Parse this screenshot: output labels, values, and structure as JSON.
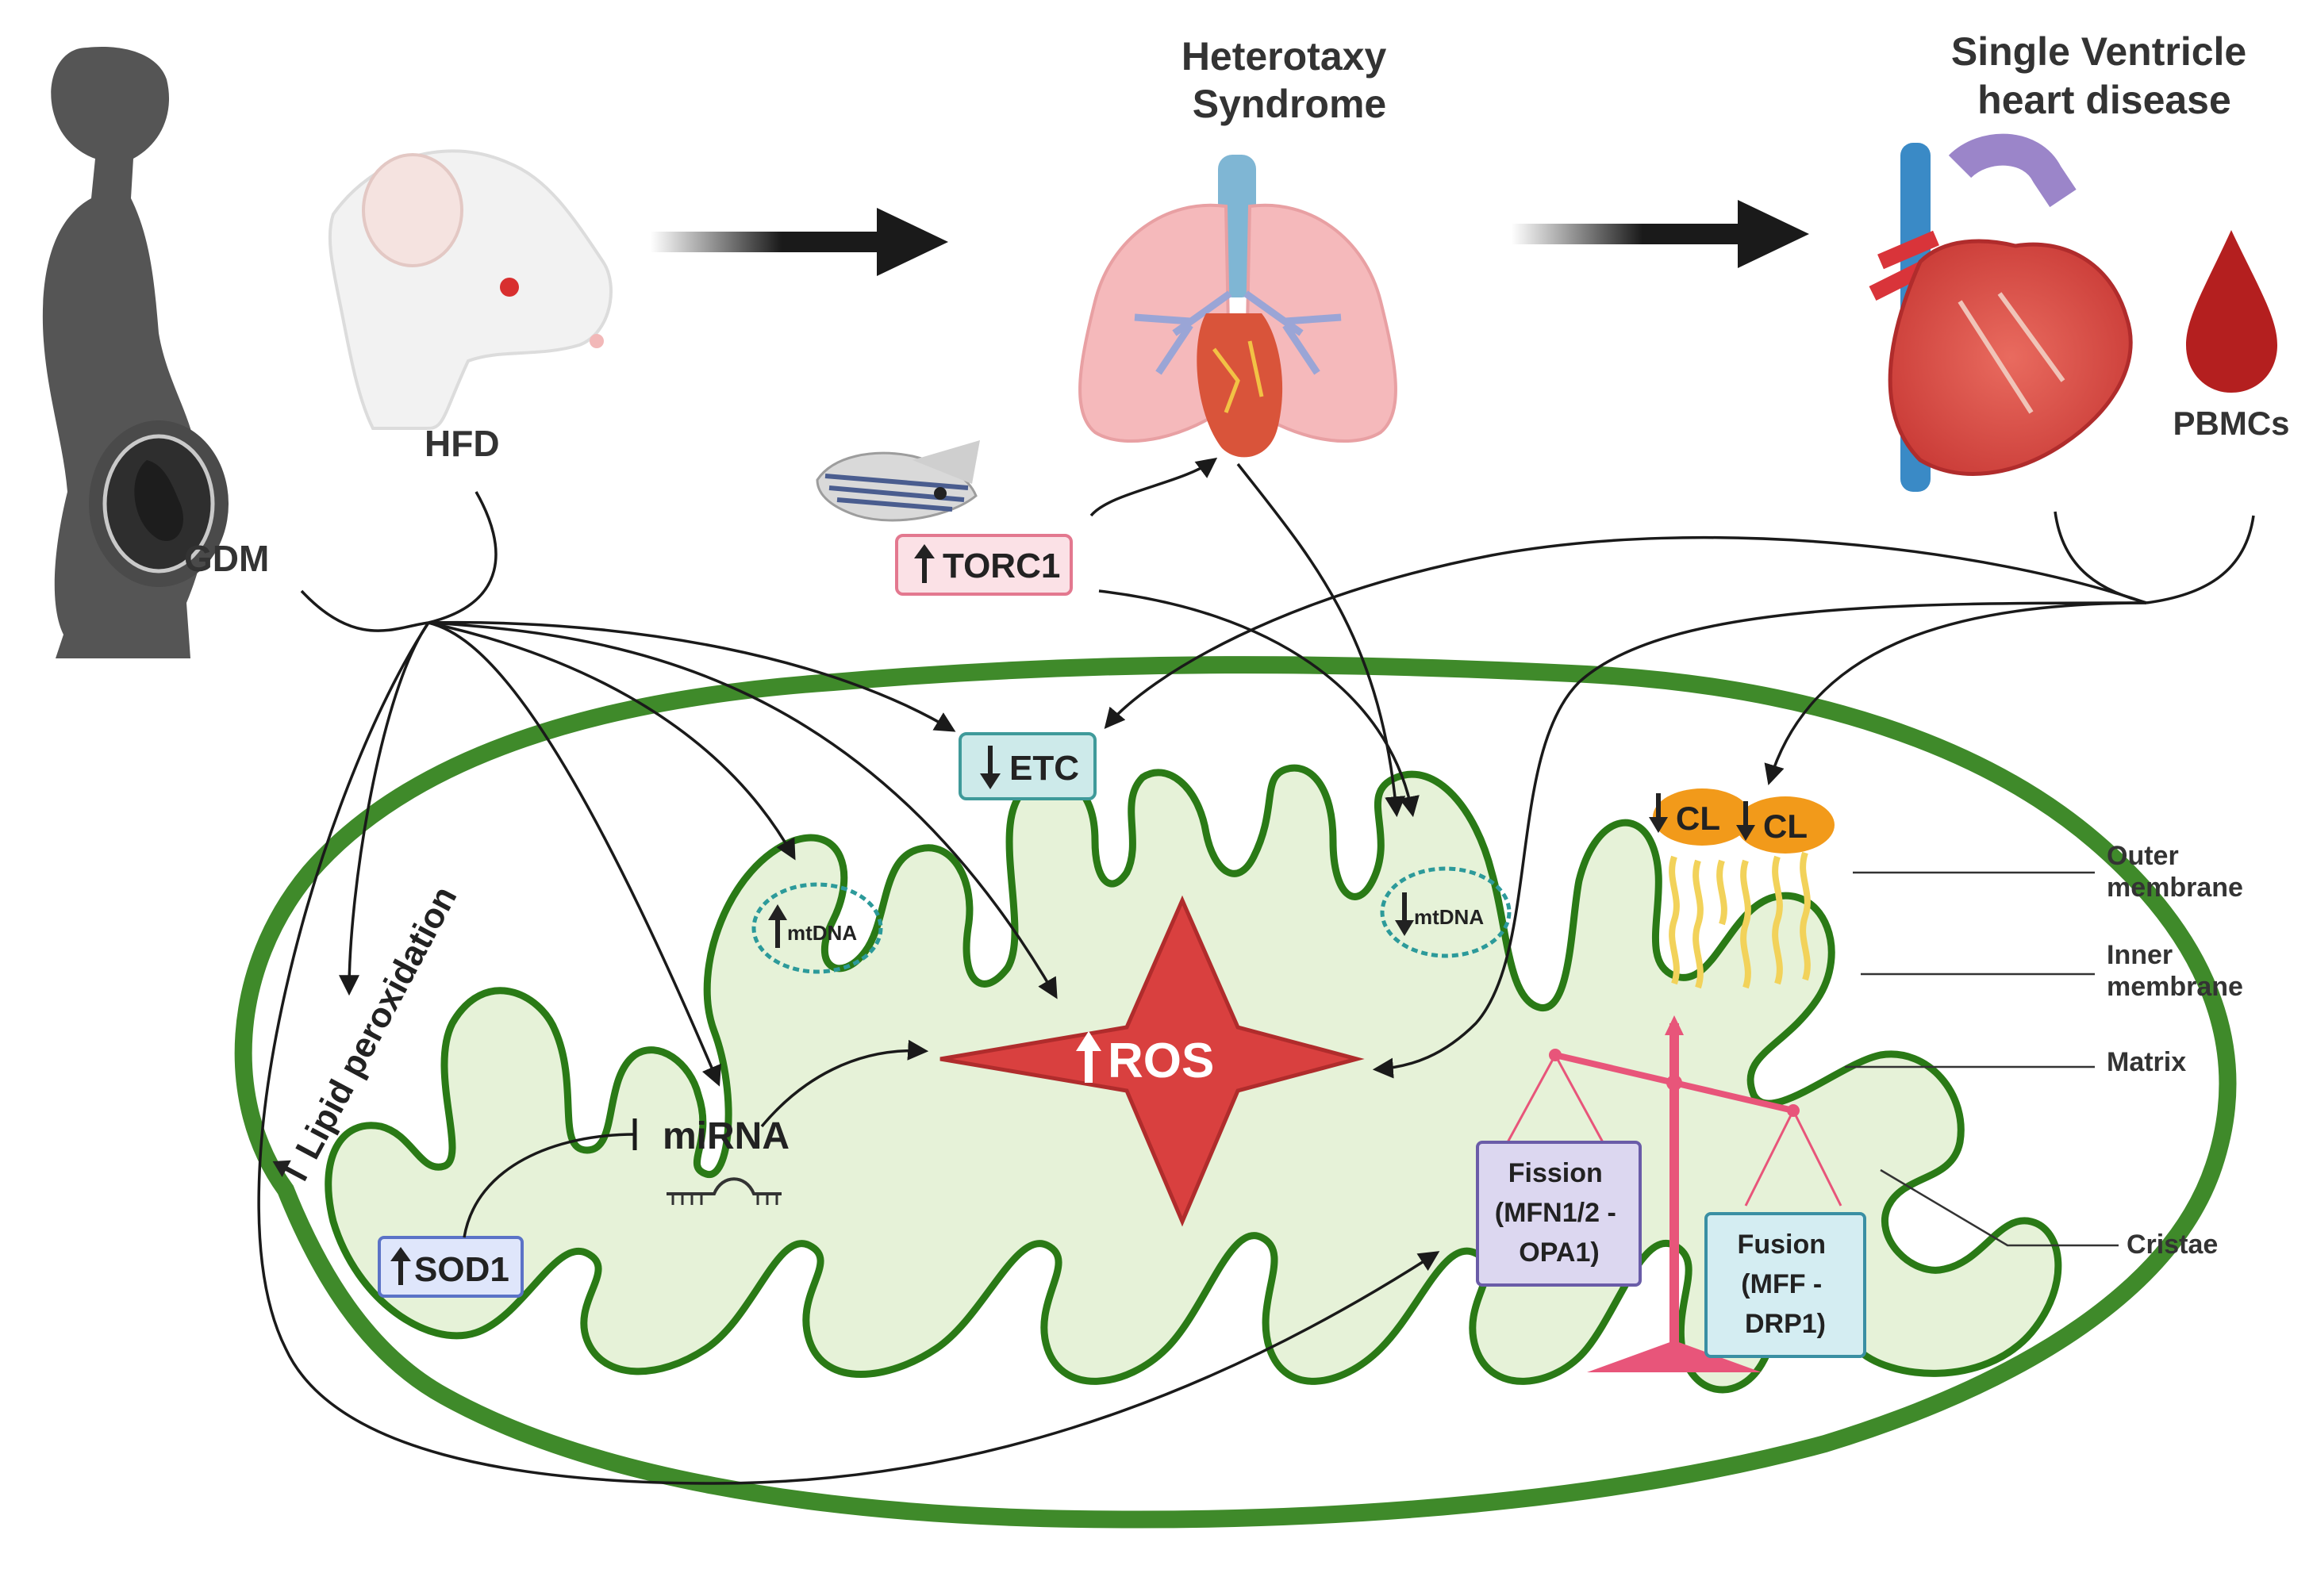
{
  "top": {
    "heterotaxy_title": [
      "Heterotaxy",
      "Syndrome"
    ],
    "single_ventricle_title": [
      "Single Ventricle",
      "heart disease"
    ],
    "gdm": "GDM",
    "hfd": "HFD",
    "pbmcs": "PBMCs",
    "torc1": "TORC1"
  },
  "mito": {
    "lipid": "Lipid peroxidation",
    "etc": "ETC",
    "mtdna_up": "mtDNA",
    "mtdna_down": "mtDNA",
    "cl1": "CL",
    "cl2": "CL",
    "ros": "ROS",
    "mirna": "miRNA",
    "sod1": "SOD1",
    "fission": [
      "Fission",
      "(MFN1/2 -",
      "OPA1)"
    ],
    "fusion": [
      "Fusion",
      "(MFF -",
      "DRP1)"
    ]
  },
  "labels": {
    "outer": [
      "Outer",
      "membrane"
    ],
    "inner": [
      "Inner",
      "membrane"
    ],
    "matrix": "Matrix",
    "cristae": "Cristae"
  },
  "colors": {
    "outer_membrane": "#3f8a2a",
    "inner_membrane": "#2a7a16",
    "matrix": "#e6f2d8",
    "ros": "#d9403f",
    "etc_box": "#cdeaea",
    "torc1_box": "#fbe1e6",
    "sod1_box": "#dfe6fb",
    "fission_box": "#dcd7f0",
    "fusion_box": "#d4edf2",
    "cardiolipin": "#f29a1a",
    "balance": "#e8557a"
  }
}
